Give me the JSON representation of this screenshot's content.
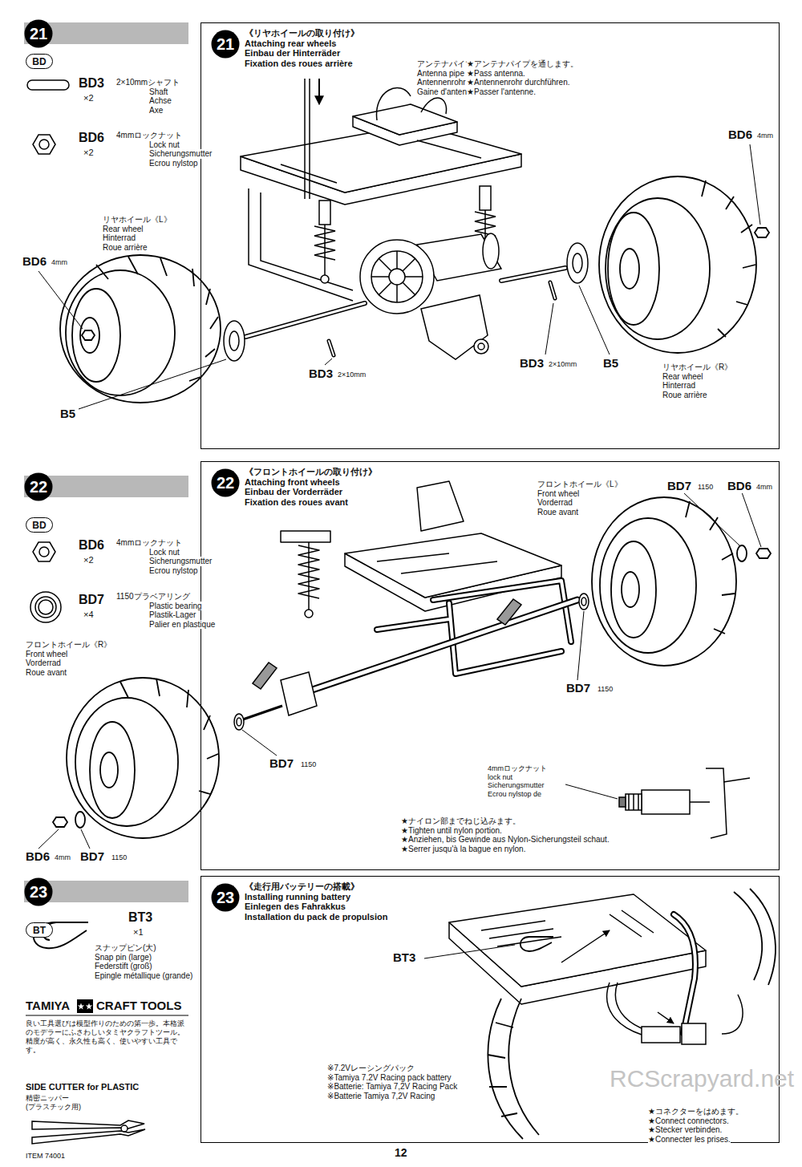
{
  "diagram": {
    "nodes": [
      {
        "text": [
          "21"
        ]
      },
      {
        "text": [
          "BD"
        ]
      },
      {
        "text": [
          "《リヤホイールの取り付け》",
          "Attaching rear wheels",
          "Einbau der Hinterräder",
          "Fixation des roues arrière"
        ]
      },
      {
        "text": [
          "21"
        ],
        "in": 2
      },
      {
        "text": [
          "22"
        ]
      },
      {
        "text": [
          "BD"
        ]
      },
      {
        "text": [
          "《フロントホイールの取り付け》",
          "Attaching front wheels",
          "Einbau der Vorderräder",
          "Fixation des roues avant"
        ]
      },
      {
        "text": [
          "22"
        ],
        "in": 6
      },
      {
        "text": [
          "23"
        ]
      },
      {
        "text": [
          "BT"
        ]
      },
      {
        "text": [
          "《走行用バッテリーの搭載》",
          "Installing running battery",
          "Einlegen des Fahrakkus",
          "Installation du pack de propulsion"
        ]
      },
      {
        "text": [
          "23"
        ],
        "in": 10
      }
    ],
    "labels": [
      "BD3",
      "×2",
      "2×10mmシャフト",
      "Shaft",
      "Achse",
      "Axe",
      "BD6",
      "×2",
      "4mmロックナット",
      "Lock nut",
      "Sicherungsmutter",
      "Ecrou nylstop",
      "リヤホイール《L》",
      "Rear wheel",
      "Hinterrad",
      "Roue arrière",
      "BD6",
      "4mm",
      "アンテナパイプ",
      "Antenna pipe",
      "Antennenrohr",
      "Gaine d'antenne",
      "★アンテナパイプを通します。",
      "★Pass antenna.",
      "★Antennenrohr durchführen.",
      "★Passer l'antenne.",
      "BD6",
      "4mm",
      "BD3",
      "2×10mm",
      "B5",
      "BD3",
      "2×10mm",
      "B5",
      "リヤホイール《R》",
      "Rear wheel",
      "Hinterrad",
      "Roue arrière",
      "BD6",
      "×2",
      "4mmロックナット",
      "Lock nut",
      "Sicherungsmutter",
      "Ecrou nylstop",
      "BD7",
      "×4",
      "1150プラベアリング",
      "Plastic bearing",
      "Plastik-Lager",
      "Palier en plastique",
      "フロントホイール《L》",
      "Front wheel",
      "Vorderrad",
      "Roue avant",
      "BD7",
      "1150",
      "BD6",
      "4mm",
      "フロントホイール《R》",
      "Front wheel",
      "Vorderrad",
      "Roue avant",
      "BD7",
      "1150",
      "BD7",
      "1150",
      "4mmロックナット",
      "lock nut",
      "Sicherungsmutter",
      "Ecrou nylstop de",
      "★ナイロン部までねじ込みます。",
      "★Tighten until nylon portion.",
      "★Anziehen, bis Gewinde aus Nylon-Sicherungsteil schaut.",
      "★Serrer jusqu'à la bague en nylon.",
      "BD6",
      "4mm",
      "BD7",
      "1150",
      "BT3",
      "×1",
      "スナップピン(大)",
      "Snap pin (large)",
      "Federstift (groß)",
      "Epingle métallique (grande)",
      "TAMIYA",
      "CRAFT TOOLS",
      "良い工具選びは模型作りのための第一歩。本格派のモデラーにふさわしいタミヤクラフトツール。精度が高く、永久性も高く、使いやすい工具です。",
      "SIDE CUTTER for PLASTIC",
      "精密ニッパー",
      "(プラスチック用)",
      "ITEM 74001",
      "BT3",
      "※7.2Vレーシングパック",
      "※Tamiya 7.2V Racing pack battery",
      "※Batterie: Tamiya 7,2V Racing Pack",
      "※Batterie Tamiya 7,2V Racing",
      "★コネクターをはめます。",
      "★Connect connectors.",
      "★Stecker verbinden.",
      "★Connecter les prises.",
      "12",
      "RCScrapyard.net"
    ]
  }
}
